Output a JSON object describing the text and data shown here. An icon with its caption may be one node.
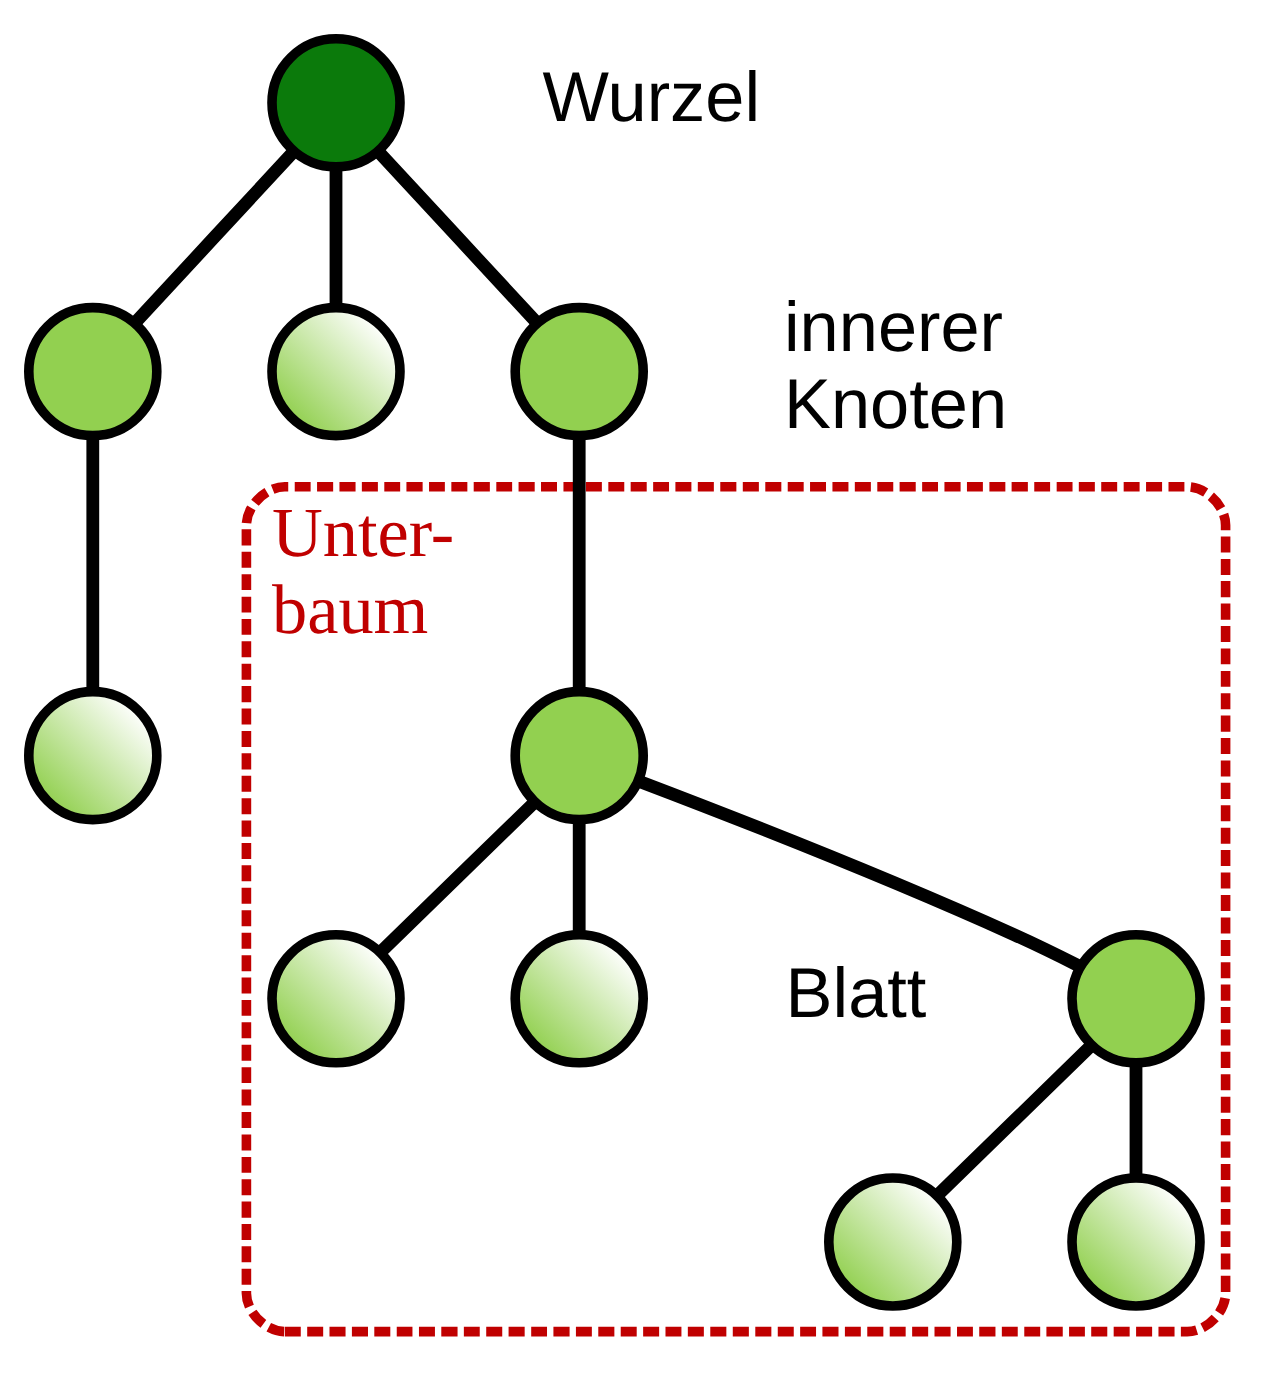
{
  "diagram": {
    "nodes": [
      {
        "text": [],
        "shape": "circle",
        "beside": [
          "Wurzel"
        ]
      },
      {
        "text": [],
        "shape": "circle"
      },
      {
        "text": [],
        "shape": "circle"
      },
      {
        "text": [],
        "shape": "circle",
        "beside": [
          "innerer Knoten"
        ]
      },
      {
        "text": [
          "Unter- baum"
        ]
      },
      {
        "text": [],
        "shape": "circle",
        "in": 4
      },
      {
        "text": [],
        "shape": "circle",
        "in": 4
      },
      {
        "text": [],
        "shape": "circle",
        "in": 4,
        "beside": [
          "Blatt"
        ]
      },
      {
        "text": [],
        "shape": "circle",
        "in": 4
      },
      {
        "text": [],
        "shape": "circle",
        "in": 4
      },
      {
        "text": [],
        "shape": "circle",
        "in": 4
      },
      {
        "text": [],
        "shape": "circle"
      }
    ],
    "edges": [
      {
        "from": 0,
        "to": 1,
        "arrow": "none"
      },
      {
        "from": 0,
        "to": 2,
        "arrow": "none"
      },
      {
        "from": 0,
        "to": 3,
        "arrow": "none"
      },
      {
        "from": 1,
        "to": 11,
        "arrow": "none"
      },
      {
        "from": 3,
        "to": 5,
        "arrow": "none"
      },
      {
        "from": 5,
        "to": 6,
        "arrow": "none"
      },
      {
        "from": 5,
        "to": 8,
        "arrow": "none"
      },
      {
        "from": 5,
        "to": 7,
        "arrow": "none"
      },
      {
        "from": 8,
        "to": 9,
        "arrow": "none"
      },
      {
        "from": 8,
        "to": 10,
        "arrow": "none"
      }
    ]
  }
}
